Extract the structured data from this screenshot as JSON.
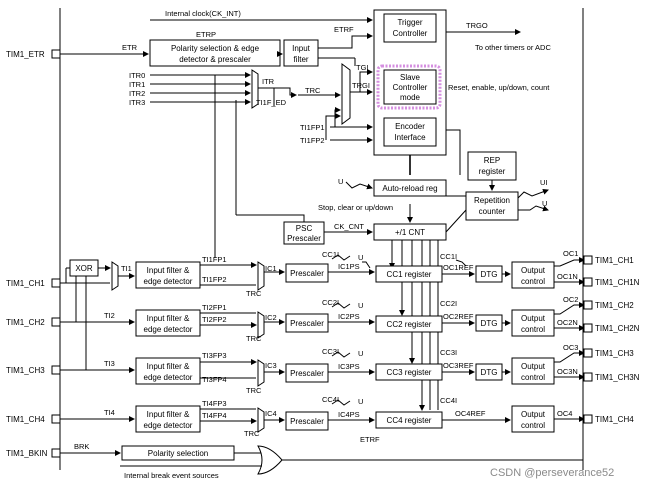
{
  "pins": {
    "etr": "TIM1_ETR",
    "ch1": "TIM1_CH1",
    "ch2": "TIM1_CH2",
    "ch3": "TIM1_CH3",
    "ch4": "TIM1_CH4",
    "bkin": "TIM1_BKIN",
    "out_ch1": "TIM1_CH1",
    "out_ch1n": "TIM1_CH1N",
    "out_ch2": "TIM1_CH2",
    "out_ch2n": "TIM1_CH2N",
    "out_ch3": "TIM1_CH3",
    "out_ch3n": "TIM1_CH3N",
    "out_ch4": "TIM1_CH4"
  },
  "blocks": {
    "polarity_edge": [
      "Polarity selection & edge",
      "detector & prescaler"
    ],
    "input_filter": [
      "Input",
      "filter"
    ],
    "trigger_controller": [
      "Trigger",
      "Controller"
    ],
    "slave_controller": [
      "Slave",
      "Controller",
      "mode"
    ],
    "encoder_interface": [
      "Encoder",
      "Interface"
    ],
    "auto_reload": "Auto-reload reg",
    "rep_register": [
      "REP",
      "register"
    ],
    "repetition_counter": [
      "Repetition",
      "counter"
    ],
    "psc_prescaler": [
      "PSC",
      "Prescaler"
    ],
    "cnt": "+/1 CNT",
    "xor": "XOR",
    "input_filter_edge": [
      "Input filter &",
      "edge detector"
    ],
    "prescaler": "Prescaler",
    "cc1": "CC1 register",
    "cc2": "CC2 register",
    "cc3": "CC3 register",
    "cc4": "CC4 register",
    "dtg": "DTG",
    "output_control": [
      "Output",
      "control"
    ],
    "polarity_selection": "Polarity selection"
  },
  "labels": {
    "internal_clock": "Internal clock(CK_INT)",
    "etrp": "ETRP",
    "etr": "ETR",
    "etrf": "ETRF",
    "trgo": "TRGO",
    "other_timers": "To other timers or ADC",
    "itr0": "ITR0",
    "itr1": "ITR1",
    "itr2": "ITR2",
    "itr3": "ITR3",
    "itr": "ITR",
    "trc": "TRC",
    "tgi": "TGI",
    "trgi": "TRGI",
    "ti1f_ed": "TI1F_ED",
    "reset_enable": "Reset, enable, up/down, count",
    "ti1fp1": "TI1FP1",
    "ti1fp2": "TI1FP2",
    "u": "U",
    "ui": "UI",
    "stop_clear": "Stop, clear or up/down",
    "ck_cnt": "CK_CNT",
    "ti1": "TI1",
    "ti2": "TI2",
    "ti3": "TI3",
    "ti4": "TI4",
    "ic1": "IC1",
    "ic2": "IC2",
    "ic3": "IC3",
    "ic4": "IC4",
    "ic1ps": "IC1PS",
    "ic2ps": "IC2PS",
    "ic3ps": "IC3PS",
    "ic4ps": "IC4PS",
    "cc1i": "CC1I",
    "cc2i": "CC2I",
    "cc3i": "CC3I",
    "cc4i": "CC4I",
    "oc1ref": "OC1REF",
    "oc2ref": "OC2REF",
    "oc3ref": "OC3REF",
    "oc4ref": "OC4REF",
    "oc1": "OC1",
    "oc1n": "OC1N",
    "oc2": "OC2",
    "oc2n": "OC2N",
    "oc3": "OC3",
    "oc3n": "OC3N",
    "oc4": "OC4",
    "ti2fp1": "TI2FP1",
    "ti2fp2": "TI2FP2",
    "ti3fp3": "TI3FP3",
    "ti3fp4": "TI3FP4",
    "ti4fp3": "TI4FP3",
    "ti4fp4": "TI4FP4",
    "etrf_bottom": "ETRF",
    "brk": "BRK",
    "internal_break": "Internal break event sources"
  },
  "watermark": "CSDN @perseverance52",
  "colors": {
    "highlight": "#d58fe0",
    "stroke": "#000000"
  }
}
